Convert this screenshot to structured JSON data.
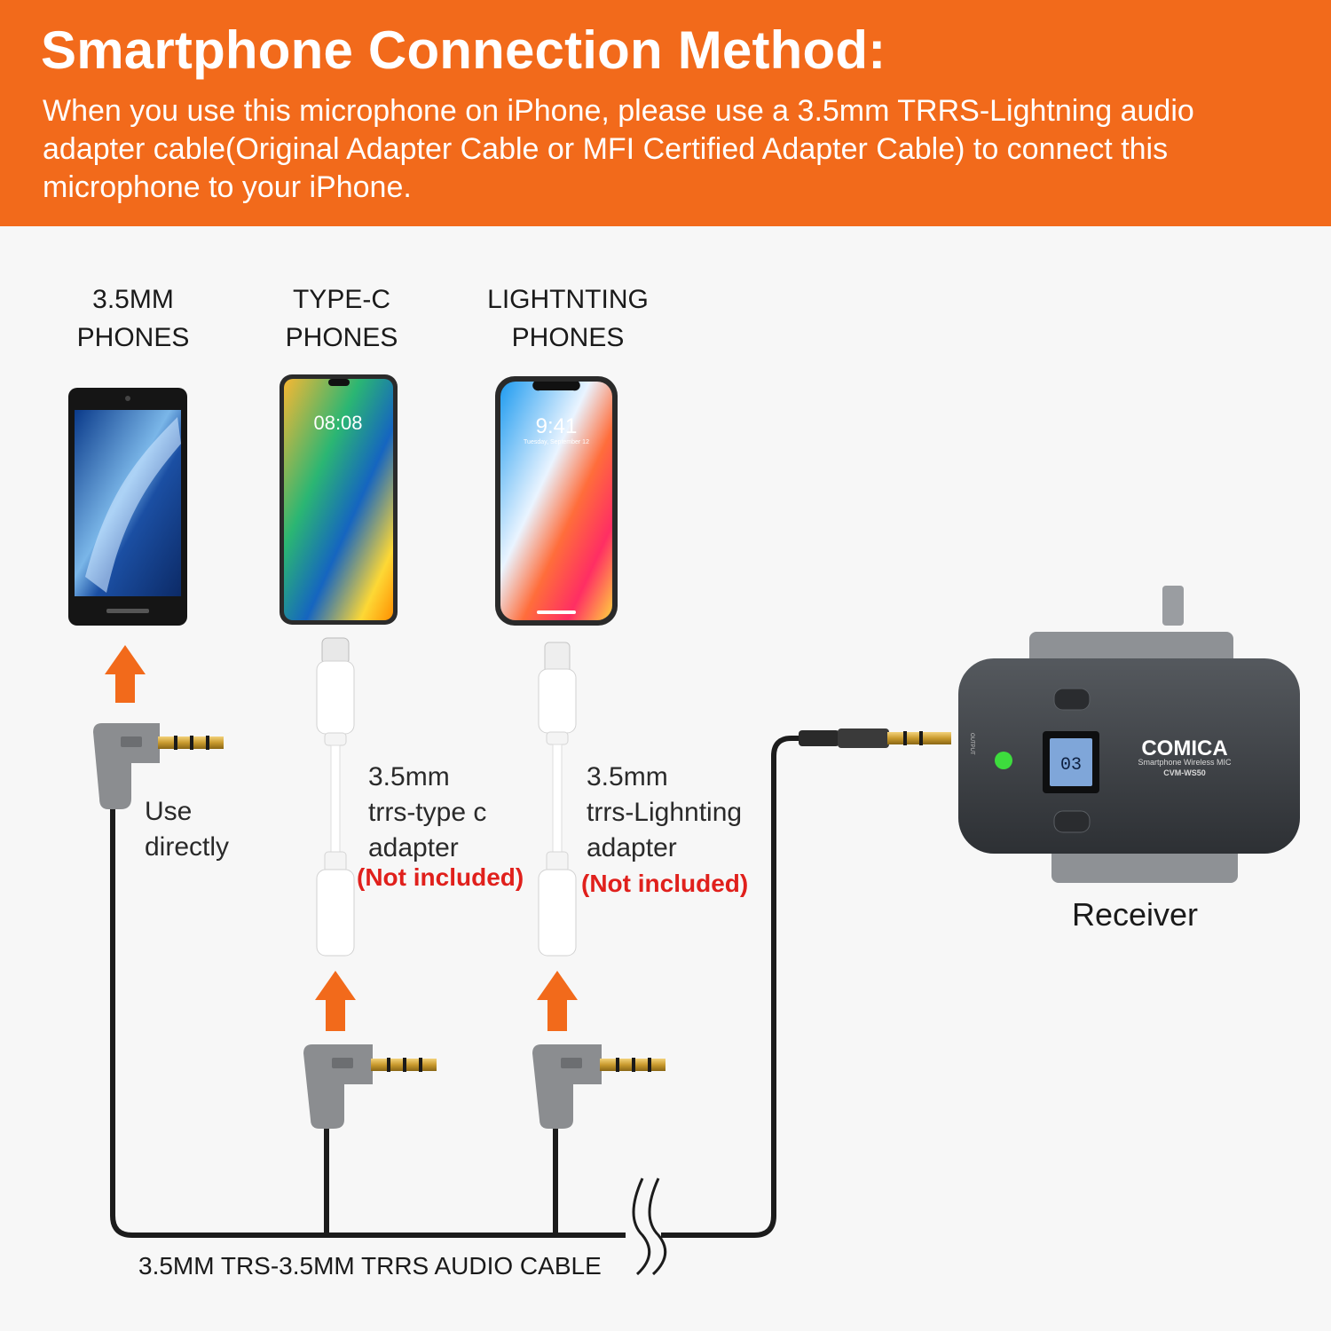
{
  "banner": {
    "title": "Smartphone Connection Method:",
    "description": "When you use this microphone on iPhone, please use a 3.5mm TRRS-Lightning audio adapter cable(Original Adapter Cable or MFI Certified Adapter Cable) to connect this microphone to your iPhone."
  },
  "phones": [
    {
      "label": "3.5MM\nPHONES"
    },
    {
      "label": "TYPE-C\nPHONES",
      "clock": "08:08"
    },
    {
      "label": "LIGHTNTING\nPHONES",
      "clock": "9:41",
      "date": "Tuesday, September 12"
    }
  ],
  "notes": {
    "direct": "Use\ndirectly",
    "typec_adapter": "3.5mm\ntrrs-type c\nadapter",
    "lightning_adapter": "3.5mm\ntrrs-Lighnting\nadapter",
    "not_included": "(Not included)"
  },
  "cable": {
    "label": "3.5MM TRS-3.5MM TRRS AUDIO CABLE"
  },
  "receiver": {
    "label": "Receiver",
    "brand": "COMICA",
    "subtitle": "Smartphone Wireless MIC",
    "model": "CVM-WS50",
    "display_channel": "03",
    "output_label": "OUTPUT"
  },
  "colors": {
    "banner": "#f26a1b",
    "arrow": "#f26a1b",
    "not_included": "#e0201c",
    "cable": "#1c1c1c",
    "receiver_body": "#3d4044",
    "led": "#3ddc3d"
  }
}
